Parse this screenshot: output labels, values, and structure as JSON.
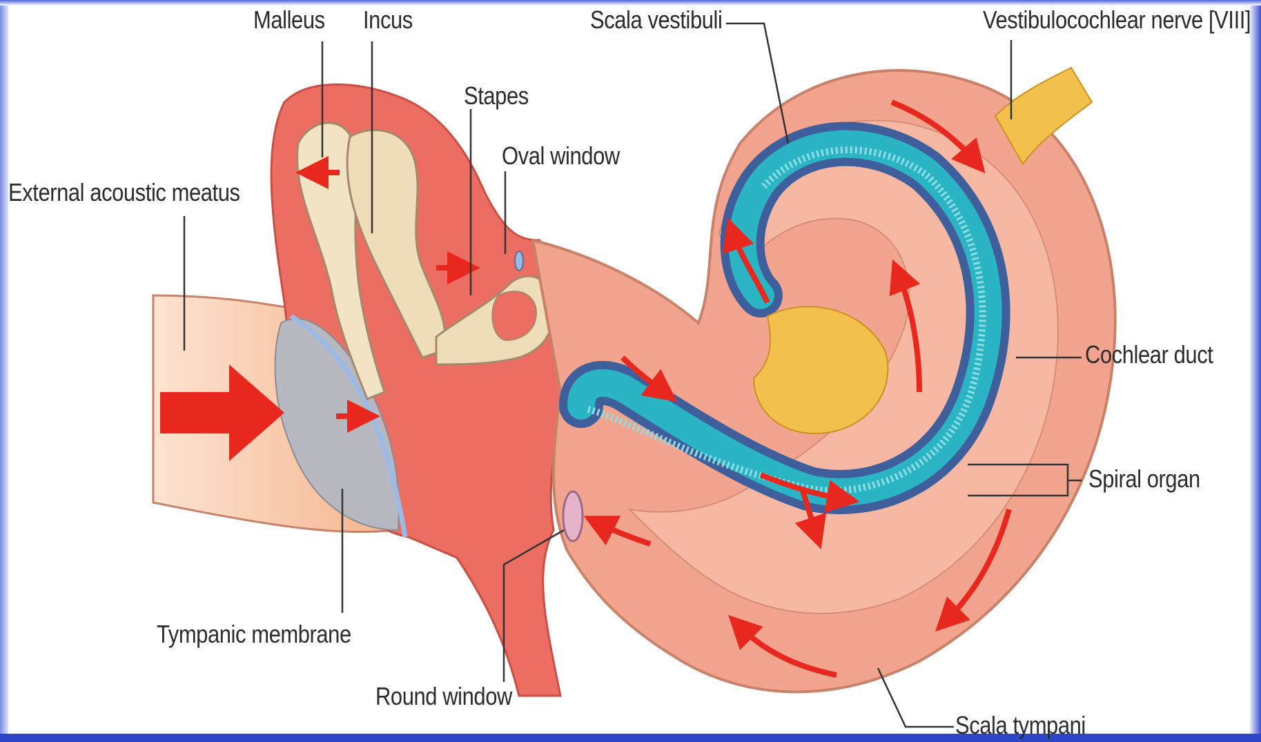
{
  "labels": {
    "malleus": "Malleus",
    "incus": "Incus",
    "scala_vestibuli": "Scala vestibuli",
    "vestibulocochlear_nerve": "Vestibulocochlear nerve [VIII]",
    "stapes": "Stapes",
    "oval_window": "Oval window",
    "external_acoustic_meatus": "External acoustic meatus",
    "cochlear_duct": "Cochlear duct",
    "spiral_organ": "Spiral organ",
    "tympanic_membrane": "Tympanic membrane",
    "round_window": "Round window",
    "scala_tympani": "Scala tympani"
  },
  "colors": {
    "slide_border": "#2f45c8",
    "canvas": "#ffffff",
    "tissue": "#f2a48f",
    "middle_ear_cavity": "#ec6e62",
    "bone": "#f1e3c3",
    "membrane": "#b8b9c0",
    "duct_outer": "#3e5f9c",
    "duct_inner": "#2ab4c4",
    "nerve": "#f3bf4d",
    "arrow": "#e8281e",
    "leader_line": "#333333"
  }
}
